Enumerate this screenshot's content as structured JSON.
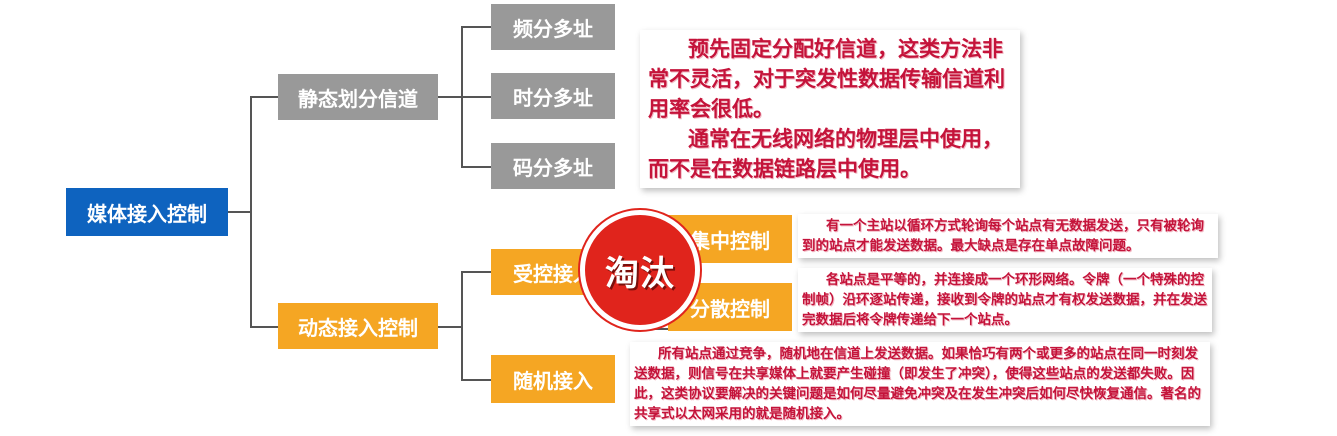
{
  "root": {
    "label": "媒体接入控制"
  },
  "static": {
    "label": "静态划分信道",
    "children": [
      "频分多址",
      "时分多址",
      "码分多址"
    ],
    "note": [
      "预先固定分配好信道，这类方法非常不灵活，对于突发性数据传输信道利用率会很低。",
      "通常在无线网络的物理层中使用，而不是在数据链路层中使用。"
    ]
  },
  "dynamic": {
    "label": "动态接入控制",
    "controlled": {
      "label": "受控接入",
      "children": [
        "集中控制",
        "分散控制"
      ],
      "notes": [
        "有一个主站以循环方式轮询每个站点有无数据发送，只有被轮询到的站点才能发送数据。最大缺点是存在单点故障问题。",
        "各站点是平等的，并连接成一个环形网络。令牌（一个特殊的控制帧）沿环逐站传递，接收到令牌的站点才有权发送数据，并在发送完数据后将令牌传递给下一个站点。"
      ]
    },
    "random": {
      "label": "随机接入",
      "note": "所有站点通过竞争，随机地在信道上发送数据。如果恰巧有两个或更多的站点在同一时刻发送数据，则信号在共享媒体上就要产生碰撞（即发生了冲突），使得这些站点的发送都失败。因此，这类协议要解决的关键问题是如何尽量避免冲突及在发生冲突后如何尽快恢复通信。著名的共享式以太网采用的就是随机接入。"
    }
  },
  "stamp": {
    "label": "淘汰"
  },
  "colors": {
    "root": "#0e63bf",
    "static": "#999999",
    "dynamic": "#f5a623",
    "note_text": "#c4133a",
    "stamp": "#e0241c"
  }
}
